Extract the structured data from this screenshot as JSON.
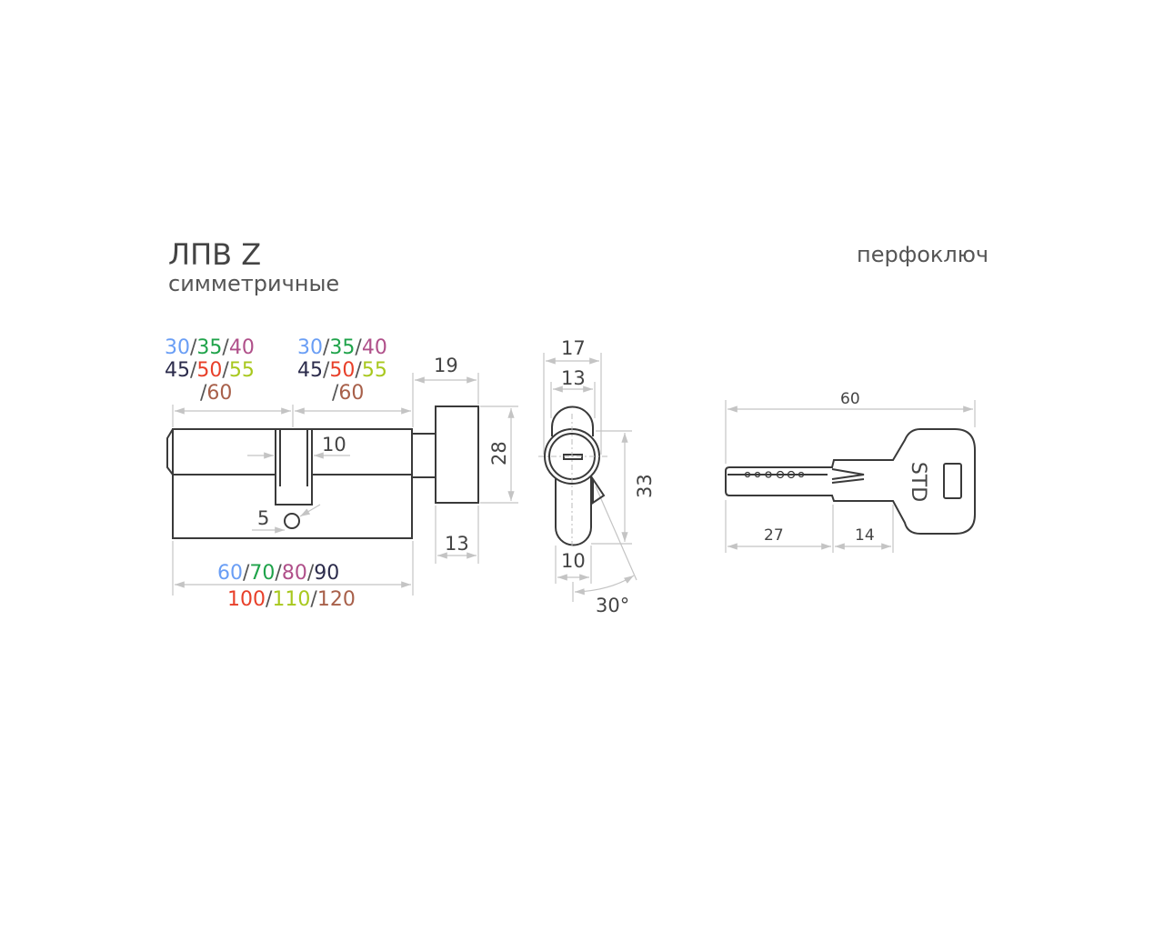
{
  "title": "ЛПВ Z",
  "subtitle": "симметричные",
  "key_type": "перфоключ",
  "colors": {
    "blue": "#6a9ef5",
    "green": "#1fa34a",
    "magenta": "#b0508a",
    "navy": "#2c2c4c",
    "red": "#e8402a",
    "lime": "#a8c81e",
    "brown": "#a8604a"
  },
  "half_lengths": {
    "row1": [
      "30",
      "35",
      "40"
    ],
    "row2": [
      "45",
      "50",
      "55"
    ],
    "row3": [
      "60"
    ],
    "sep": "/"
  },
  "total_lengths": {
    "row1": [
      "60",
      "70",
      "80",
      "90"
    ],
    "row2": [
      "100",
      "110",
      "120"
    ]
  },
  "dims": {
    "knob_len": "19",
    "knob_height": "28",
    "knob_width": "13",
    "cam_width": "10",
    "screw": "5",
    "front_outer": "17",
    "front_inner": "13",
    "front_height": "33",
    "front_bottom": "10",
    "angle": "30°",
    "key_total": "60",
    "key_blade": "27",
    "key_shoulder": "14",
    "key_brand": "STD"
  }
}
